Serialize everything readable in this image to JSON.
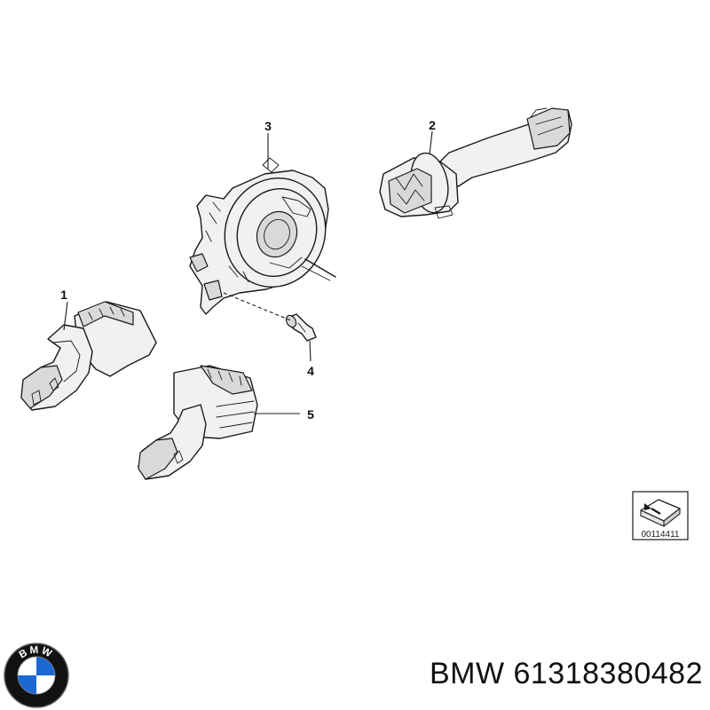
{
  "callouts": {
    "c1": "1",
    "c2": "2",
    "c3": "3",
    "c4": "4",
    "c5": "5"
  },
  "reference": {
    "code": "00114411"
  },
  "logo": {
    "letters": "BMW",
    "colors": {
      "blue": "#1c69d4",
      "ring": "#111111",
      "white": "#ffffff"
    }
  },
  "caption": {
    "text": "BMW 61318380482"
  }
}
